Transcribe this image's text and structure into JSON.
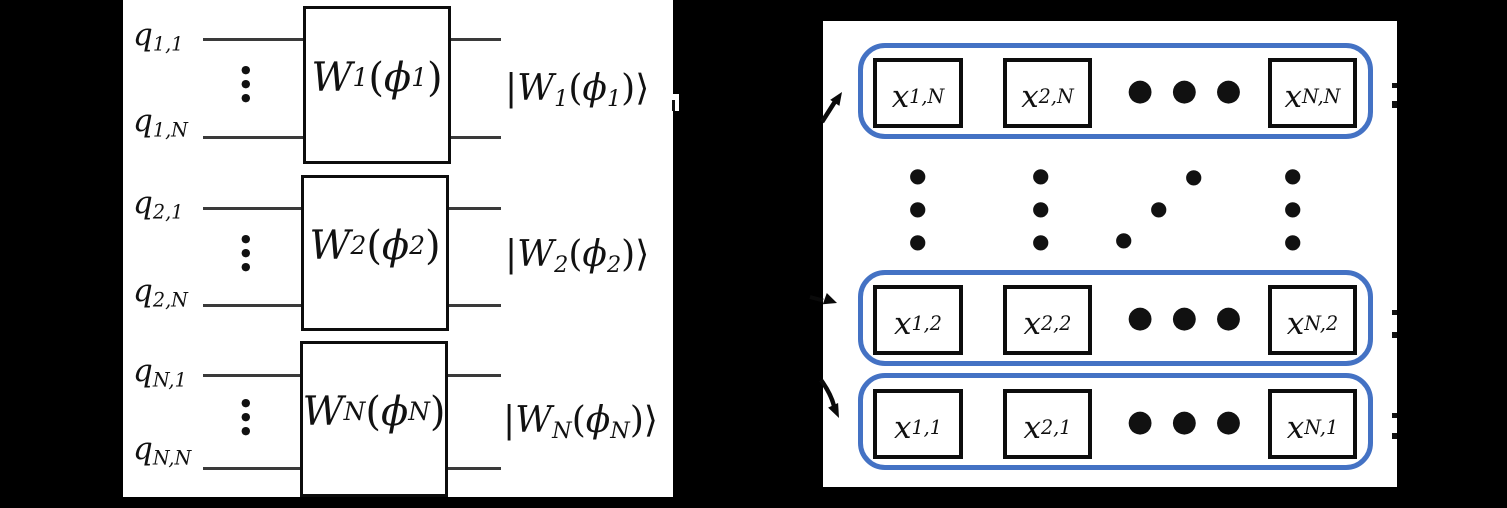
{
  "colors": {
    "background": "#000000",
    "panel": "#ffffff",
    "ink": "#111111",
    "wire": "#3a3a3a",
    "accent_blue": "#4472c4"
  },
  "syntax": {
    "ket_open": "|",
    "ket_close": "⟩",
    "lparen": "(",
    "rparen": ")"
  },
  "glyphs": {
    "dot": "●"
  },
  "left_figure": {
    "circuits": [
      {
        "q_top": {
          "base": "q",
          "sub": "1,1"
        },
        "q_bottom": {
          "base": "q",
          "sub": "1,N"
        },
        "gate": {
          "base": "W",
          "sub": "1",
          "arg_base": "ϕ",
          "arg_sub": "1"
        },
        "output": {
          "base": "W",
          "sub": "1",
          "arg_base": "ϕ",
          "arg_sub": "1"
        }
      },
      {
        "q_top": {
          "base": "q",
          "sub": "2,1"
        },
        "q_bottom": {
          "base": "q",
          "sub": "2,N"
        },
        "gate": {
          "base": "W",
          "sub": "2",
          "arg_base": "ϕ",
          "arg_sub": "2"
        },
        "output": {
          "base": "W",
          "sub": "2",
          "arg_base": "ϕ",
          "arg_sub": "2"
        }
      },
      {
        "q_top": {
          "base": "q",
          "sub": "N,1"
        },
        "q_bottom": {
          "base": "q",
          "sub": "N,N"
        },
        "gate": {
          "base": "W",
          "sub": "N",
          "arg_base": "ϕ",
          "arg_sub": "N"
        },
        "output": {
          "base": "W",
          "sub": "N",
          "arg_base": "ϕ",
          "arg_sub": "N"
        }
      }
    ]
  },
  "right_figure": {
    "rows": [
      {
        "cells": [
          {
            "base": "x",
            "sub": "1,N"
          },
          {
            "base": "x",
            "sub": "2,N"
          },
          {
            "base": "x",
            "sub": "N,N"
          }
        ]
      },
      {
        "cells": [
          {
            "base": "x",
            "sub": "1,2"
          },
          {
            "base": "x",
            "sub": "2,2"
          },
          {
            "base": "x",
            "sub": "N,2"
          }
        ]
      },
      {
        "cells": [
          {
            "base": "x",
            "sub": "1,1"
          },
          {
            "base": "x",
            "sub": "2,1"
          },
          {
            "base": "x",
            "sub": "N,1"
          }
        ]
      }
    ]
  }
}
